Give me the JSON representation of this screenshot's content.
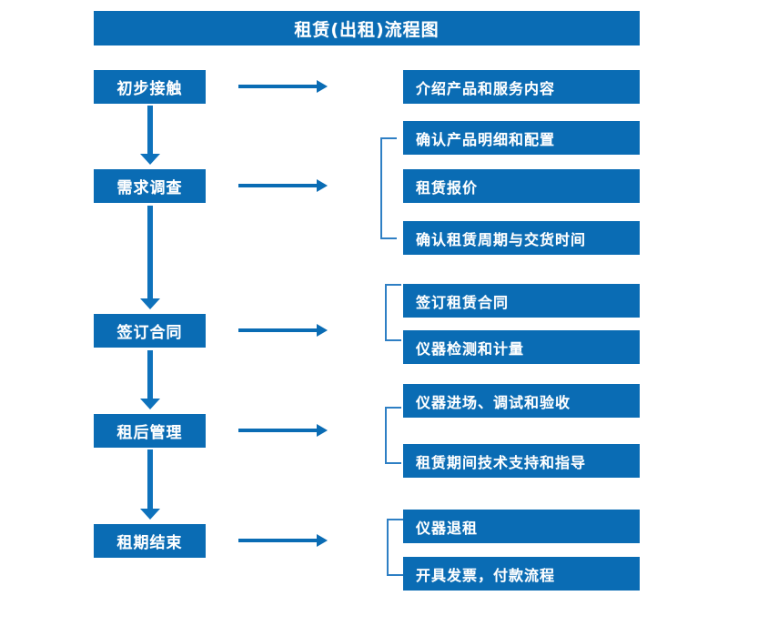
{
  "colors": {
    "box_blue": "#0A6CB4",
    "arrow_blue": "#0E72BC",
    "bracket_blue": "#2E7FC4",
    "text_white": "#FFFFFF",
    "background": "#FFFFFF"
  },
  "header": {
    "title": "租赁(出租)流程图"
  },
  "flow": {
    "stages": [
      {
        "label": "初步接触"
      },
      {
        "label": "需求调查"
      },
      {
        "label": "签订合同"
      },
      {
        "label": "租后管理"
      },
      {
        "label": "租期结束"
      }
    ],
    "details": [
      {
        "label": "介绍产品和服务内容"
      },
      {
        "label": "确认产品明细和配置"
      },
      {
        "label": "租赁报价"
      },
      {
        "label": "确认租赁周期与交货时间"
      },
      {
        "label": "签订租赁合同"
      },
      {
        "label": "仪器检测和计量"
      },
      {
        "label": "仪器进场、调试和验收"
      },
      {
        "label": "租赁期间技术支持和指导"
      },
      {
        "label": "仪器退租"
      },
      {
        "label": "开具发票，付款流程"
      }
    ],
    "groups": [
      {
        "name": "需求调查-group",
        "members": [
          "确认产品明细和配置",
          "租赁报价",
          "确认租赁周期与交货时间"
        ]
      },
      {
        "name": "签订合同-group",
        "members": [
          "签订租赁合同",
          "仪器检测和计量"
        ]
      },
      {
        "name": "租后管理-group",
        "members": [
          "仪器进场、调试和验收",
          "租赁期间技术支持和指导"
        ]
      },
      {
        "name": "租期结束-group",
        "members": [
          "仪器退租",
          "开具发票，付款流程"
        ]
      }
    ],
    "connectors": {
      "horizontal_arrow_icon": "arrow-right-icon",
      "vertical_arrow_icon": "arrow-down-icon",
      "bracket_icon": "group-bracket-icon"
    }
  }
}
